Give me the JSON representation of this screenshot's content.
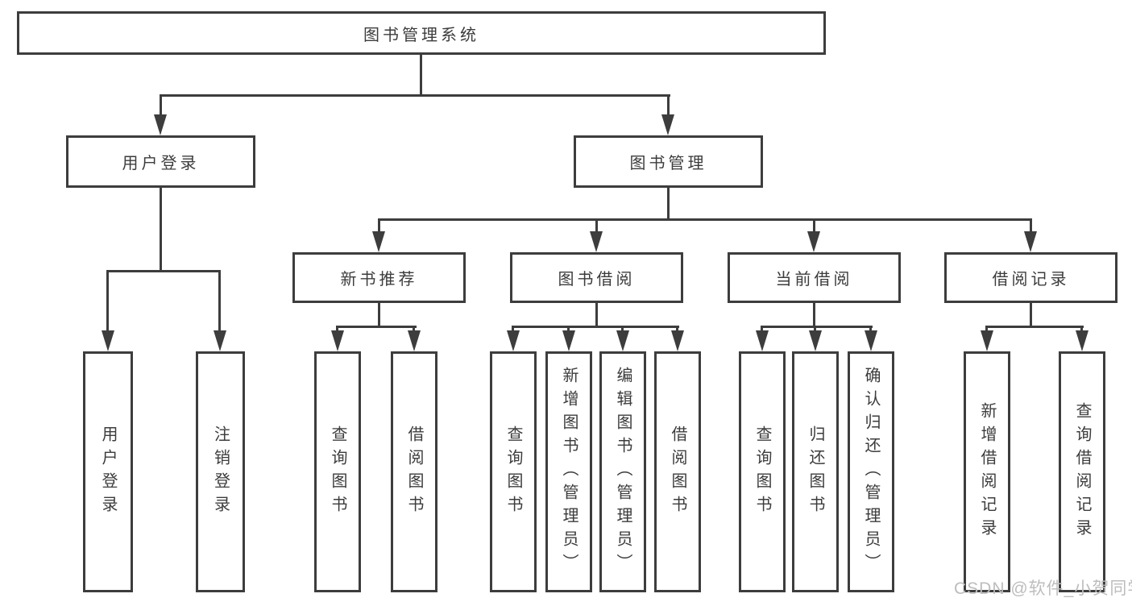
{
  "colors": {
    "line": "#3d3d3d",
    "box_border": "#3d3d3d",
    "text": "#3c3c3c",
    "background": "#ffffff",
    "watermark": "#bdbdbd"
  },
  "watermark": {
    "text": "CSDN @软件_小贺同学"
  },
  "tree": {
    "label": "图书管理系统",
    "children": [
      {
        "label": "用户登录",
        "children": [
          {
            "label": "用户登录"
          },
          {
            "label": "注销登录"
          }
        ]
      },
      {
        "label": "图书管理",
        "children": [
          {
            "label": "新书推荐",
            "children": [
              {
                "label": "查询图书"
              },
              {
                "label": "借阅图书"
              }
            ]
          },
          {
            "label": "图书借阅",
            "children": [
              {
                "label": "查询图书"
              },
              {
                "label": "新增图书（管理员）"
              },
              {
                "label": "编辑图书（管理员）"
              },
              {
                "label": "借阅图书"
              }
            ]
          },
          {
            "label": "当前借阅",
            "children": [
              {
                "label": "查询图书"
              },
              {
                "label": "归还图书"
              },
              {
                "label": "确认归还（管理员）"
              }
            ]
          },
          {
            "label": "借阅记录",
            "children": [
              {
                "label": "新增借阅记录"
              },
              {
                "label": "查询借阅记录"
              }
            ]
          }
        ]
      }
    ]
  }
}
